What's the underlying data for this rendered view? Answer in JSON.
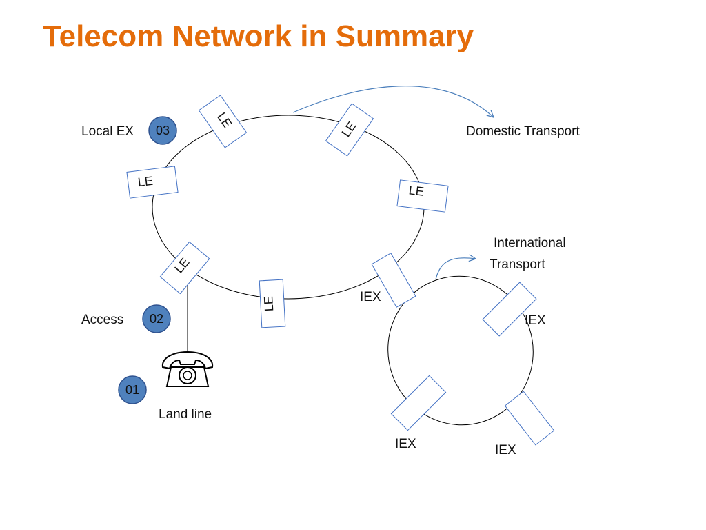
{
  "title": "Telecom Network in Summary",
  "colors": {
    "title": "#e46c0a",
    "badge_fill": "#4f81bd",
    "badge_stroke": "#2f528f",
    "box_stroke": "#4472c4",
    "arrow": "#4a7ebb",
    "line": "#000000"
  },
  "badges": [
    {
      "id": "03",
      "text": "03",
      "label": "Local EX"
    },
    {
      "id": "02",
      "text": "02",
      "label": "Access"
    },
    {
      "id": "01",
      "text": "01",
      "label": "Land line"
    }
  ],
  "local_ring": {
    "node_label": "LE",
    "nodes": [
      "LE",
      "LE",
      "LE",
      "LE",
      "LE",
      "LE"
    ]
  },
  "international_ring": {
    "node_label": "IEX",
    "labels": [
      "IEX",
      "IEX",
      "IEX",
      "IEX"
    ]
  },
  "domestic_transport": "Domestic Transport",
  "international_transport": [
    "International",
    "Transport"
  ],
  "telephone_icon": "telephone-icon"
}
